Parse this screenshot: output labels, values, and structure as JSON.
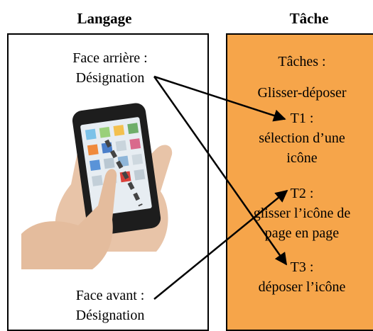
{
  "headings": {
    "language": "Langage",
    "task": "Tâche"
  },
  "language_panel": {
    "back_face": {
      "line1": "Face arrière :",
      "line2": "Désignation"
    },
    "front_face": {
      "line1": "Face avant :",
      "line2": "Désignation"
    },
    "image": "hand-holding-smartphone"
  },
  "task_panel": {
    "heading": "Tâches :",
    "technique": "Glisser-déposer",
    "t1": {
      "label": "T1 :",
      "line1": "sélection d’une",
      "line2": "icône"
    },
    "t2": {
      "label": "T2 :",
      "line1": "glisser l’icône de",
      "line2": "page en page"
    },
    "t3": {
      "label": "T3 :",
      "line1": "déposer l’icône"
    }
  },
  "colors": {
    "task_panel": "#f6a54a",
    "border": "#000000"
  }
}
